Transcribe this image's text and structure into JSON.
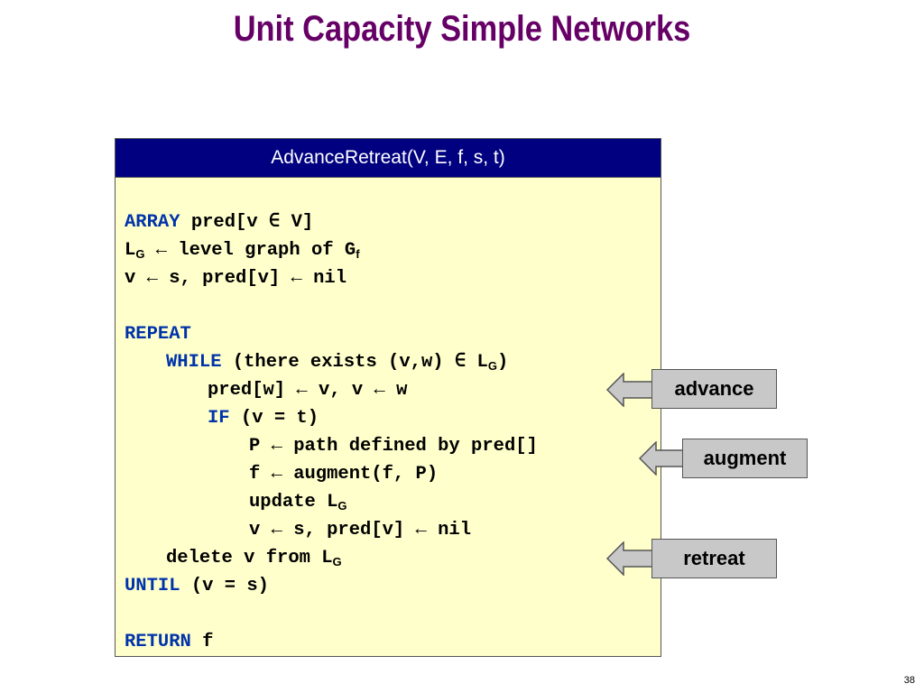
{
  "slide": {
    "title": "Unit Capacity Simple Networks",
    "page_number": "38"
  },
  "algorithm": {
    "header": "AdvanceRetreat(V, E, f, s, t)",
    "lines": {
      "l1_kw": "ARRAY",
      "l1_rest": " pred[v ∈ V]",
      "l2_a": "L",
      "l2_a_sub": "G",
      "l2_b": " ← level graph of G",
      "l2_b_sub": "f",
      "l3": "v ← s, pred[v] ← nil",
      "l5_kw": "REPEAT",
      "l6_kw": "WHILE",
      "l6_rest": " (there exists (v,w) ∈ L",
      "l6_sub": "G",
      "l6_end": ")",
      "l7": "pred[w] ← v, v ← w",
      "l8_kw": "IF",
      "l8_rest": " (v = t)",
      "l9": "P ← path defined by pred[]",
      "l10": "f ← augment(f, P)",
      "l11": "update L",
      "l11_sub": "G",
      "l12": "v ← s, pred[v] ← nil",
      "l13": "delete v from L",
      "l13_sub": "G",
      "l14_kw": "UNTIL",
      "l14_rest": " (v = s)",
      "l16_kw": "RETURN",
      "l16_rest": " f"
    }
  },
  "annotations": {
    "advance": "advance",
    "augment": "augment",
    "retreat": "retreat"
  },
  "colors": {
    "title": "#660066",
    "header_bg": "#000080",
    "box_bg": "#ffffcc",
    "keyword": "#0033aa",
    "label_bg": "#c8c8c8"
  }
}
